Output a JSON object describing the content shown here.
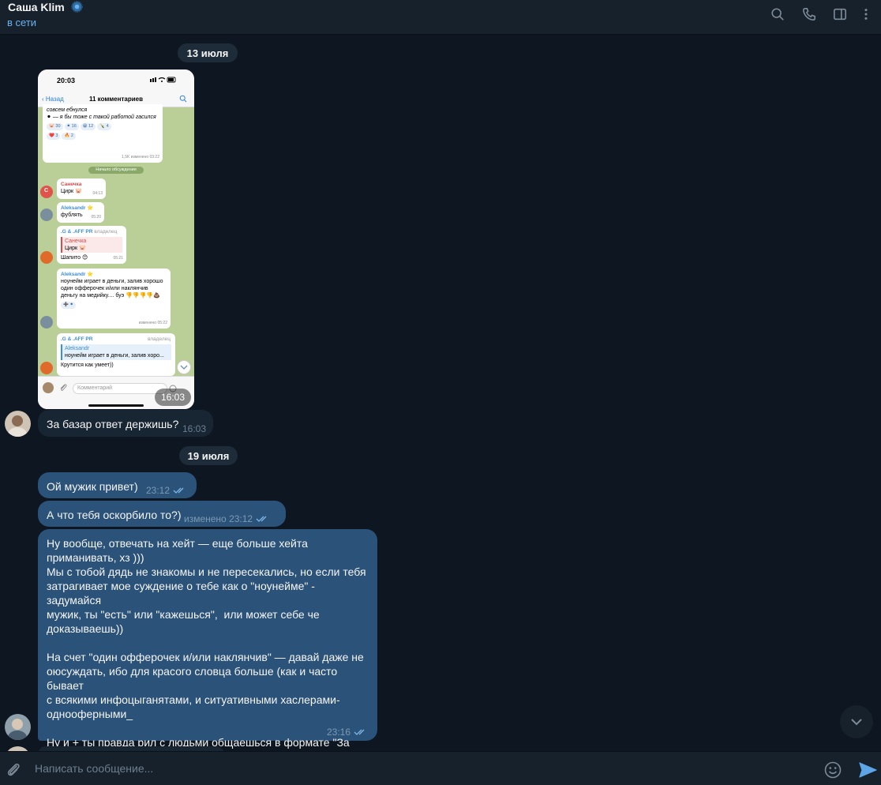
{
  "header": {
    "title": "Саша Klim",
    "status": "в сети",
    "icons": [
      "search-icon",
      "phone-icon",
      "sidebar-toggle-icon",
      "more-icon"
    ]
  },
  "dates": [
    "13 июля",
    "19 июля"
  ],
  "screenshot": {
    "clock": "20:03",
    "nav_back": "Назад",
    "nav_title": "11 комментариев",
    "top_text_1": "совсем ебнулся",
    "top_text_2": "— я бы тоже с такой работой гасился",
    "top_reacts": [
      "30",
      "16",
      "12",
      "4",
      "3",
      "2"
    ],
    "top_meta": "1,5K изменено 03:22",
    "discussion_pill": "Начало обсуждения",
    "messages": [
      {
        "name": "Санечка",
        "text": "Цирк 🐷",
        "time": "04:13"
      },
      {
        "name": "Aleksandr ⭐",
        "text": "фублять",
        "time": "05:20"
      },
      {
        "name": ".G & .AFF PR",
        "role": "владелец",
        "quote_name": "Санечка",
        "quote_text": "Цирк 🐷",
        "text": "Шапито 😊",
        "time": "05:21"
      },
      {
        "name": "Aleksandr ⭐",
        "text": "ноунейм играет в деньги, залив хорошо один офферочек и/или наклянчив деньгу на медийку.... буэ 👎👎👎👎💩",
        "time": "изменено 05:22"
      },
      {
        "name": ".G & .AFF PR",
        "role": "владелец",
        "quote_name": "Aleksandr",
        "quote_text": "ноунейм играет в деньги, залив хоро...",
        "text": "Крутится как умеет))",
        "time": ""
      }
    ],
    "input_placeholder": "Комментарий",
    "time_badge": "16:03"
  },
  "messages": [
    {
      "text": "За базар ответ держишь?",
      "time": "16:03"
    },
    {
      "text": "Ой мужик привет)",
      "time": "23:12"
    },
    {
      "text": "А что тебя оскорбило то?)",
      "time": "изменено 23:12"
    },
    {
      "text": "Ну вообще, отвечать на хейт — еще больше хейта\nприманивать, хз )))\nМы с тобой дядь не знакомы и не пересекались, но если тебя\nзатрагивает мое суждение о тебе как о \"ноунейме\" - задумайся\nмужик, ты \"есть\" или \"кажешься\",  или может себе че\nдоказываешь))\n\nНа счет \"один офферочек и/или наклянчив\" — давай даже не\nоюсуждать, ибо для красого словца больше (как и часто бывает\nс всякими инфоцыганятами, и ситуативными хаслерами-\nоднооферными_\n\nНу и + ты правда рил с людьми общаешься в формате \"За базар\nответ держишь?\" ? Оо",
      "time": "23:16"
    }
  ],
  "composer": {
    "placeholder": "Написать сообщение..."
  },
  "colors": {
    "background": "#0e1621",
    "header": "#17212b",
    "incoming_bubble": "#182533",
    "outgoing_bubble": "#2b5278",
    "accent": "#6ab2f2"
  }
}
